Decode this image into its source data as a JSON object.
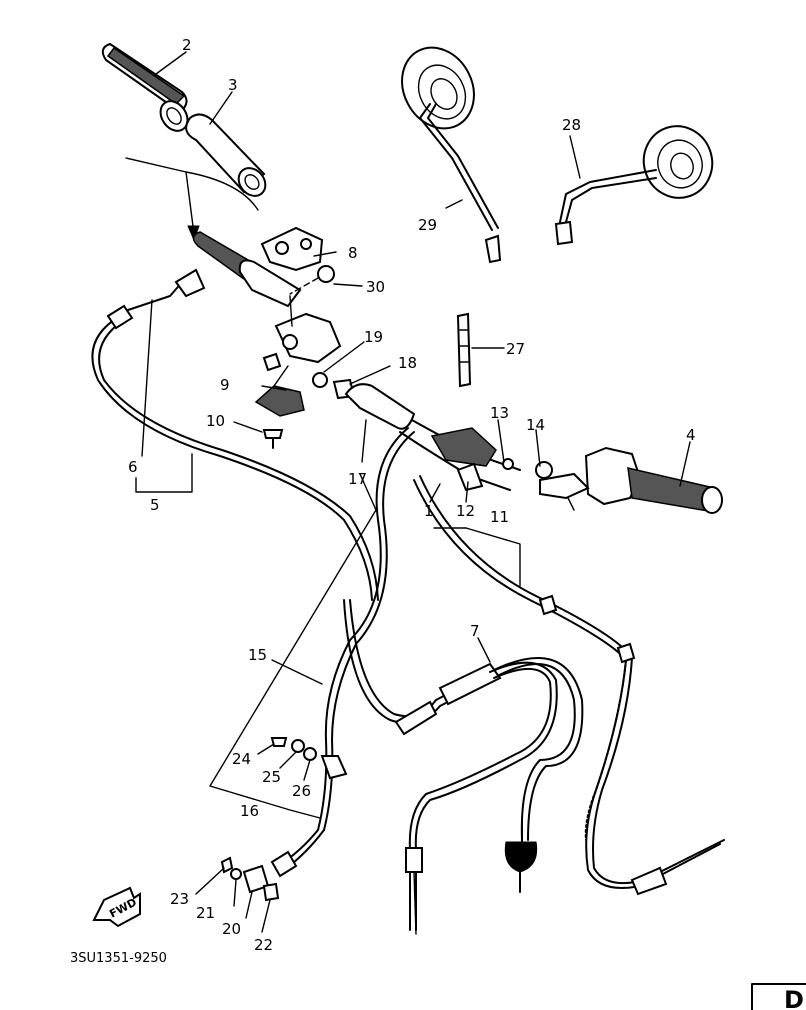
{
  "parts": [
    {
      "id": "1",
      "label": "1"
    },
    {
      "id": "2",
      "label": "2"
    },
    {
      "id": "3",
      "label": "3"
    },
    {
      "id": "4",
      "label": "4"
    },
    {
      "id": "5",
      "label": "5"
    },
    {
      "id": "6",
      "label": "6"
    },
    {
      "id": "7",
      "label": "7"
    },
    {
      "id": "8",
      "label": "8"
    },
    {
      "id": "9",
      "label": "9"
    },
    {
      "id": "10",
      "label": "10"
    },
    {
      "id": "11",
      "label": "11"
    },
    {
      "id": "12",
      "label": "12"
    },
    {
      "id": "13",
      "label": "13"
    },
    {
      "id": "14",
      "label": "14"
    },
    {
      "id": "15",
      "label": "15"
    },
    {
      "id": "16",
      "label": "16"
    },
    {
      "id": "17",
      "label": "17"
    },
    {
      "id": "18",
      "label": "18"
    },
    {
      "id": "19",
      "label": "19"
    },
    {
      "id": "20",
      "label": "20"
    },
    {
      "id": "21",
      "label": "21"
    },
    {
      "id": "22",
      "label": "22"
    },
    {
      "id": "23",
      "label": "23"
    },
    {
      "id": "24",
      "label": "24"
    },
    {
      "id": "25",
      "label": "25"
    },
    {
      "id": "26",
      "label": "26"
    },
    {
      "id": "27",
      "label": "27"
    },
    {
      "id": "28",
      "label": "28"
    },
    {
      "id": "29",
      "label": "29"
    },
    {
      "id": "30",
      "label": "30"
    }
  ],
  "diagram_code": "3SU1351-9250",
  "direction_badge": "FWD",
  "corner_tab": "D"
}
